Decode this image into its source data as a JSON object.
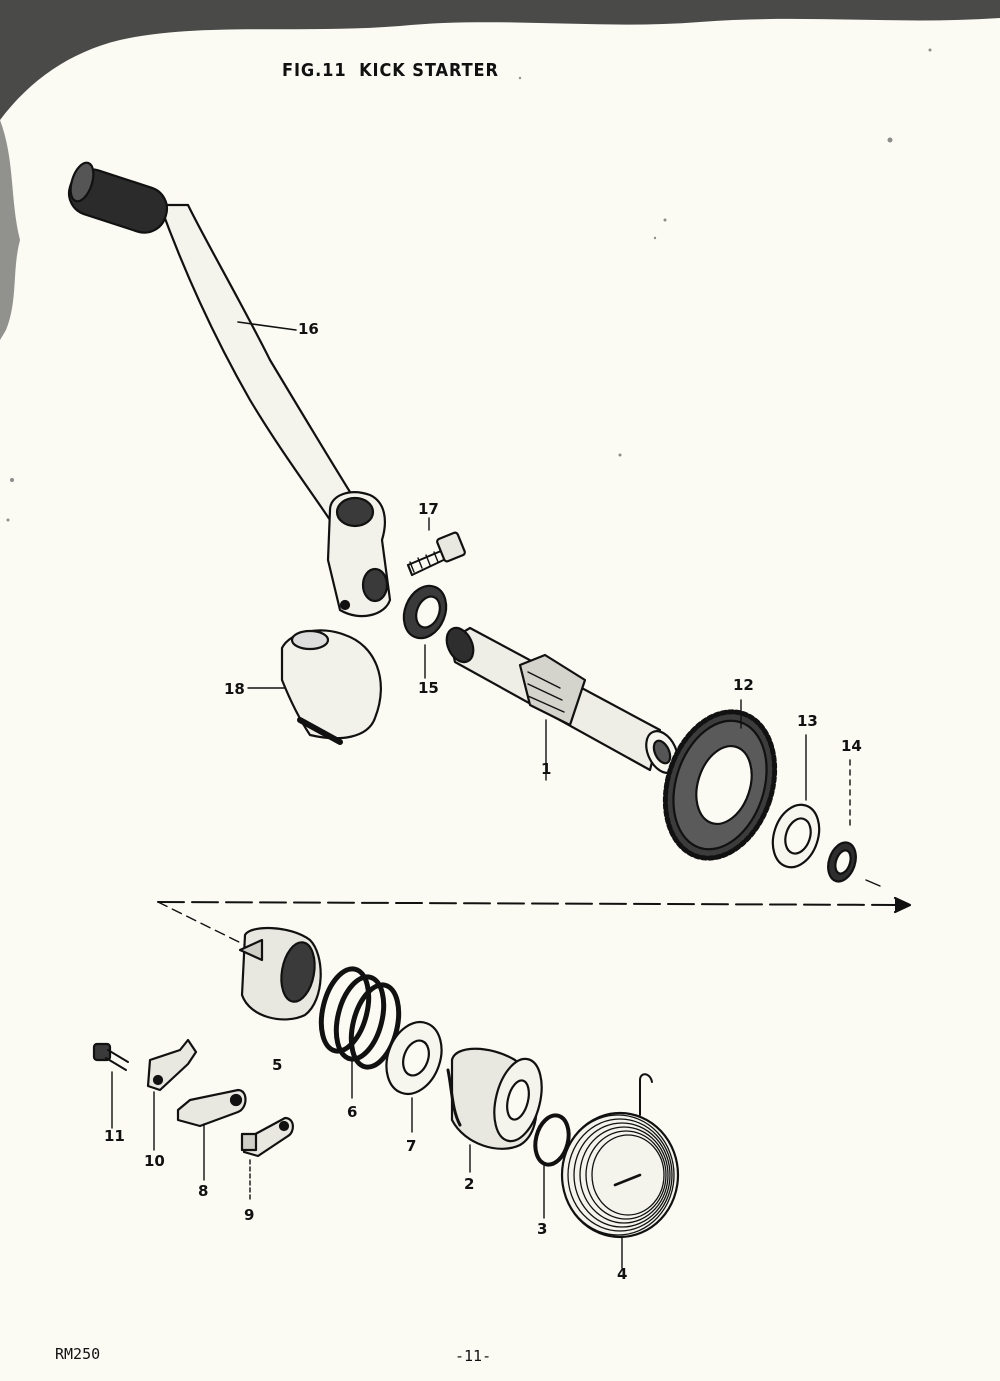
{
  "title": {
    "fig": "FIG.11",
    "name": "KICK STARTER"
  },
  "footer": {
    "model": "RM250",
    "page": "-11-"
  },
  "callouts": [
    "16",
    "17",
    "18",
    "15",
    "1",
    "12",
    "13",
    "14",
    "5",
    "6",
    "7",
    "2",
    "3",
    "4",
    "11",
    "10",
    "8",
    "9"
  ],
  "colors": {
    "ink": "#111111",
    "paper": "#fbfbf4",
    "scan_edge": "#2a2a2a"
  }
}
